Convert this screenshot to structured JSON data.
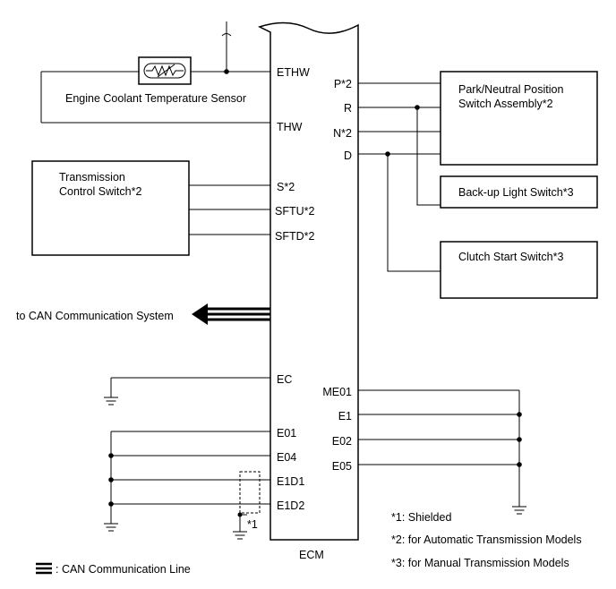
{
  "ecm": {
    "label": "ECM",
    "left_pins": [
      "ETHW",
      "THW",
      "S*2",
      "SFTU*2",
      "SFTD*2",
      "EC",
      "E01",
      "E04",
      "E1D1",
      "E1D2"
    ],
    "right_pins": [
      "P*2",
      "R",
      "N*2",
      "D",
      "ME01",
      "E1",
      "E02",
      "E05"
    ]
  },
  "components": {
    "coolant_sensor": "Engine Coolant Temperature Sensor",
    "transmission_switch": [
      "Transmission",
      "Control Switch*2"
    ],
    "park_neutral_switch": [
      "Park/Neutral Position",
      "Switch Assembly*2"
    ],
    "backup_light_switch": "Back-up Light Switch*3",
    "clutch_start_switch": "Clutch Start Switch*3",
    "can_system": "to CAN Communication System"
  },
  "shield_marker": "*1",
  "notes": {
    "shielded": "*1: Shielded",
    "automatic": "*2: for Automatic Transmission Models",
    "manual": "*3: for Manual Transmission Models"
  },
  "legend": {
    "can_line": ": CAN Communication Line"
  }
}
